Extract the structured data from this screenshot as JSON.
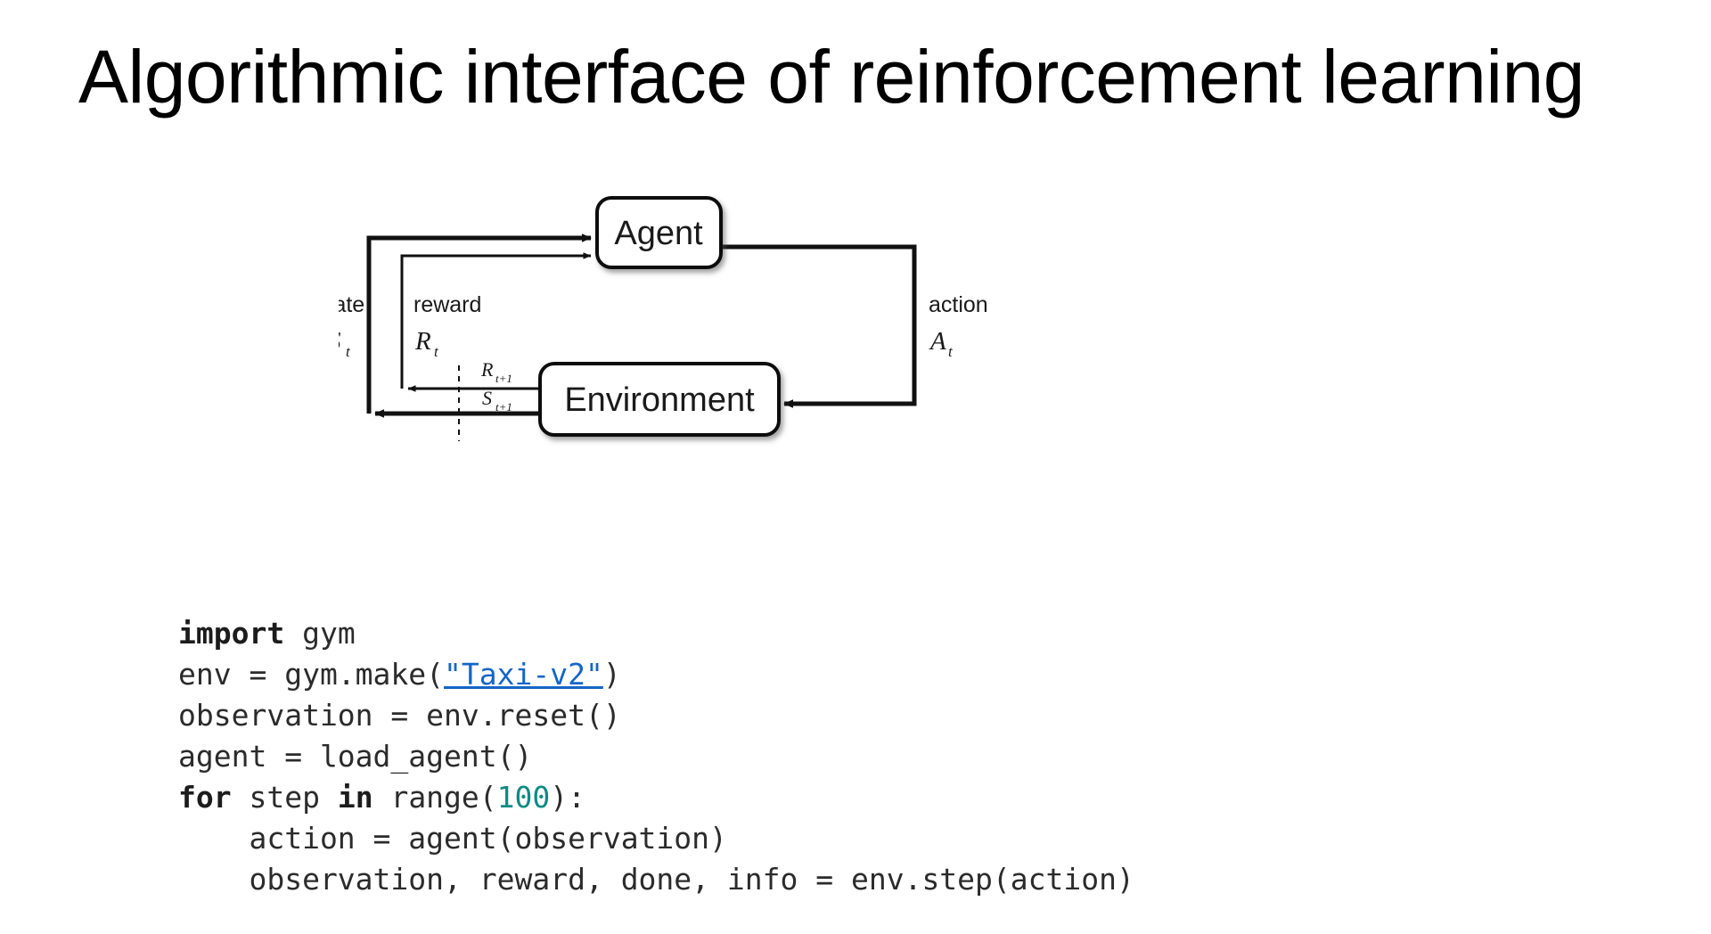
{
  "slide": {
    "title": "Algorithmic interface of reinforcement learning",
    "background_color": "#ffffff",
    "text_color": "#000000"
  },
  "diagram": {
    "name": "agent-environment-interaction-loop",
    "nodes": [
      {
        "id": "agent",
        "label": "Agent"
      },
      {
        "id": "environment",
        "label": "Environment"
      }
    ],
    "edge_labels": {
      "state_word": "state",
      "state_symbol": "S",
      "state_subscript": "t",
      "reward_word": "reward",
      "reward_symbol": "R",
      "reward_subscript": "t",
      "action_word": "action",
      "action_symbol": "A",
      "action_subscript": "t",
      "next_reward_symbol": "R",
      "next_reward_subscript": "t+1",
      "next_state_symbol": "S",
      "next_state_subscript": "t+1"
    },
    "stroke_color": "#111111"
  },
  "code": {
    "language": "python",
    "keyword_color": "#1c1c1c",
    "number_color": "#0d8b82",
    "link_color": "#1565c8",
    "lines": [
      {
        "id": "l1",
        "parts": [
          {
            "t": "import",
            "s": "kw"
          },
          {
            "t": " gym",
            "s": ""
          }
        ]
      },
      {
        "id": "l2",
        "parts": [
          {
            "t": "env = gym.make(",
            "s": ""
          },
          {
            "t": "\"Taxi-v2\"",
            "s": "lnk"
          },
          {
            "t": ")",
            "s": ""
          }
        ]
      },
      {
        "id": "l3",
        "parts": [
          {
            "t": "observation = env.reset()",
            "s": ""
          }
        ]
      },
      {
        "id": "l4",
        "parts": [
          {
            "t": "agent = load_agent()",
            "s": ""
          }
        ]
      },
      {
        "id": "l5",
        "parts": [
          {
            "t": "for",
            "s": "kw"
          },
          {
            "t": " step ",
            "s": ""
          },
          {
            "t": "in",
            "s": "kw"
          },
          {
            "t": " range(",
            "s": ""
          },
          {
            "t": "100",
            "s": "num"
          },
          {
            "t": "):",
            "s": ""
          }
        ]
      },
      {
        "id": "l6",
        "parts": [
          {
            "t": "    action = agent(observation)",
            "s": ""
          }
        ]
      },
      {
        "id": "l7",
        "parts": [
          {
            "t": "    observation, reward, done, info = env.step(action)",
            "s": ""
          }
        ]
      }
    ]
  }
}
